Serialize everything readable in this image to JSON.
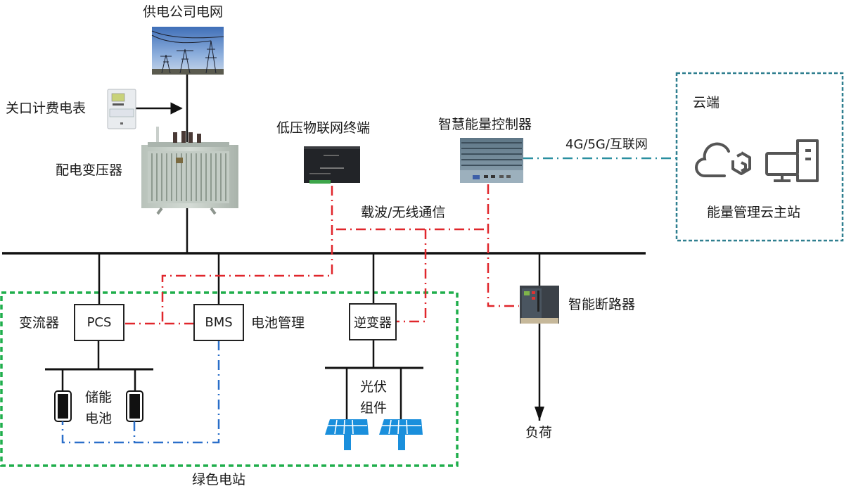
{
  "grid": {
    "title": "供电公司电网",
    "image_icon": "power-grid-transmission-tower-photo"
  },
  "meter": {
    "label": "关口计费电表",
    "image_icon": "electric-meter-photo"
  },
  "transformer": {
    "label": "配电变压器",
    "image_icon": "distribution-transformer-photo"
  },
  "iot_terminal": {
    "label": "低压物联网终端",
    "image_icon": "iot-terminal-device-photo"
  },
  "controller": {
    "label": "智慧能量控制器",
    "image_icon": "industrial-pc-photo"
  },
  "link_cloud": {
    "label": "4G/5G/互联网"
  },
  "cloud": {
    "title": "云端",
    "station_label": "能量管理云主站",
    "icons": [
      "cloud-icon",
      "hexagon-logo-icon",
      "desktop-computer-icon"
    ]
  },
  "comm": {
    "label": "载波/无线通信"
  },
  "pcs": {
    "box_label": "PCS",
    "side_label": "变流器"
  },
  "bms": {
    "box_label": "BMS",
    "side_label": "电池管理"
  },
  "battery": {
    "label_line1": "储能",
    "label_line2": "电池"
  },
  "inverter": {
    "box_label": "逆变器"
  },
  "pv": {
    "label_line1": "光伏",
    "label_line2": "组件"
  },
  "breaker": {
    "label": "智能断路器",
    "image_icon": "smart-circuit-breaker-photo"
  },
  "load": {
    "label": "负荷"
  },
  "green_station": {
    "label": "绿色电站"
  },
  "colors": {
    "power_line": "#111111",
    "comm_red": "#e0262b",
    "bms_blue": "#2a6fc9",
    "green_boundary": "#1fae4b",
    "cloud_boundary": "#2f7f8f",
    "cloud_link": "#2a8fa0",
    "pv_blue": "#1a8fdc",
    "icon_gray": "#555555"
  }
}
